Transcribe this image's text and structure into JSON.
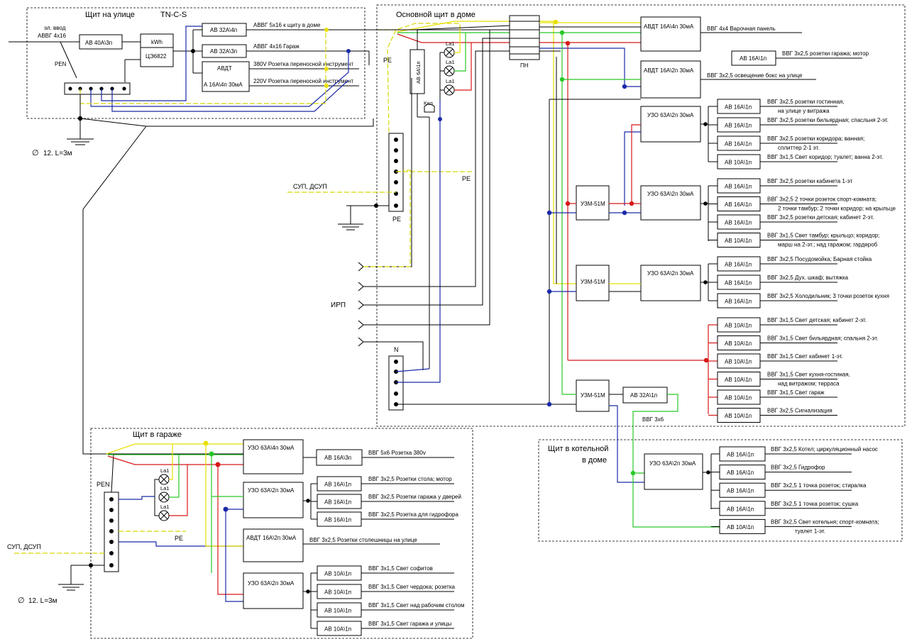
{
  "zones": {
    "street": "Щит на улице",
    "house": "Основной щит в доме",
    "garage": "Щит в гараже",
    "boiler_l1": "Щит в котельной",
    "boiler_l2": "в доме"
  },
  "street": {
    "grounding": "TN-C-S",
    "input_l1": "эл. ввод",
    "input_l2": "АВВГ 4х16",
    "pen": "PEN",
    "main_breaker": "АВ 40А\\3п",
    "meter_unit": "kWh",
    "meter_model": "ЦЭ6822",
    "breaker_house": "АВ 32А\\4п",
    "breaker_garage": "АВ 32А\\3п",
    "avdt_l1": "АВДТ",
    "avdt_l2": "А 16А\\4п 30мА",
    "cable_house": "АВВГ 5х16 к щиту в доме",
    "cable_garage": "АВВГ 4х16 Гараж",
    "socket_380": "380V Розетка переносной инструмент",
    "socket_220": "220V Розетка переносной инструмент",
    "ground_rod": "12. L=3м",
    "diameter": "∅"
  },
  "house": {
    "pe": "PE",
    "pe_bus": "PE",
    "sup": "СУП, ДСУП",
    "pe_right": "PE",
    "irp": "ИРП",
    "n_bus": "N",
    "pn": "ПН",
    "ab6": "АВ 6А\\1п",
    "lamp": "La1",
    "bell": "Кнл",
    "avdt_hob": "АВДТ 16А\\4п 30мА",
    "hob": "ВВГ 4х4 Варочная панель",
    "ab_garage_sock": "АВ 16А\\1п",
    "garage_sock": "ВВГ 3х2,5 розетки гаража; мотор",
    "avdt_box": "АВДТ 16А\\2п 30мА",
    "box_light": "ВВГ 3х2,5 освещение бокс на улице",
    "uzo1": "УЗО 63А\\2п 30мА",
    "uzo2": "УЗО 63А\\2п 30мА",
    "uzo3": "УЗО 63А\\2п 30мА",
    "uzm1": "УЗМ-51М",
    "uzm2": "УЗМ-51М",
    "uzm3": "УЗМ-51М",
    "ab32": "АВ 32А\\1п",
    "boiler_cable": "ВВГ 3х6",
    "g1": [
      {
        "b": "АВ 16А\\1п",
        "l1": "ВВГ 3х2,5 розетки гостинная,",
        "l2": "на улице у витража"
      },
      {
        "b": "АВ 16А\\1п",
        "l1": "ВВГ 3х2,5 розетки бильярдная; спасльня 2-эт.",
        "l2": ""
      },
      {
        "b": "АВ 16А\\1п",
        "l1": "ВВГ 3х2,5 розетки коридора; ванная;",
        "l2": "сплиттер 2-1 эт."
      },
      {
        "b": "АВ 10А\\1п",
        "l1": "ВВГ 3х1,5 Свет коридор; туалет; ванна 2-эт.",
        "l2": ""
      }
    ],
    "g2": [
      {
        "b": "АВ 16А\\1п",
        "l1": "ВВГ 3х2,5 розетки кабинета 1-эт",
        "l2": ""
      },
      {
        "b": "АВ 16А\\1п",
        "l1": "ВВГ 3х2,5 2 точки розеток спорт-комната;",
        "l2": "2 точки тамбур; 2 точки коридор; на крыльце"
      },
      {
        "b": "АВ 16А\\1п",
        "l1": "ВВГ 3х2,5 розетки детская; кабинет 2-эт.",
        "l2": ""
      },
      {
        "b": "АВ 10А\\1п",
        "l1": "ВВГ 3х1,5 Свет тамбур; крыльцо; коридор;",
        "l2": "марш на 2-эт.; над гаражом; гардероб"
      }
    ],
    "g3": [
      {
        "b": "АВ 16А\\1п",
        "l1": "ВВГ 3х2,5 Посудомойка; Барная стойка",
        "l2": ""
      },
      {
        "b": "АВ 16А\\1п",
        "l1": "ВВГ 3х2,5 Дух. шкаф; вытяжка",
        "l2": ""
      },
      {
        "b": "АВ 16А\\1п",
        "l1": "ВВГ 3х2,5 Холодильник; 3 точки розеток кухня",
        "l2": ""
      }
    ],
    "g4": [
      {
        "b": "АВ 10А\\1п",
        "l1": "ВВГ 3х1,5 Свет детская; кабинет 2-эт.",
        "l2": ""
      },
      {
        "b": "АВ 10А\\1п",
        "l1": "ВВГ 3х1,5 Свет бильярдная; спальня 2-эт.",
        "l2": ""
      },
      {
        "b": "АВ 10А\\1п",
        "l1": "ВВГ 3х1,5 Свет кабинет 1-эт.",
        "l2": ""
      },
      {
        "b": "АВ 10А\\1п",
        "l1": "ВВГ 3х1,5 Свет кухня-гостиная,",
        "l2": "над витражом; терраса"
      },
      {
        "b": "АВ 10А\\1п",
        "l1": "ВВГ 3х1,5 Свет гараж",
        "l2": ""
      },
      {
        "b": "АВ 10А\\1п",
        "l1": "ВВГ 3х2,5 Сигнализация",
        "l2": ""
      }
    ]
  },
  "boiler": {
    "uzo": "УЗО 63А\\2п 30мА",
    "rows": [
      {
        "b": "АВ 16А\\1п",
        "l1": "ВВГ 3х2,5 Котел; циркуляционный насос",
        "l2": ""
      },
      {
        "b": "АВ 16А\\1п",
        "l1": "ВВГ 3х2,5 Гидрофор",
        "l2": ""
      },
      {
        "b": "АВ 16А\\1п",
        "l1": "ВВГ 3х2,5 1 точка розеток; стиралка",
        "l2": ""
      },
      {
        "b": "АВ 16А\\1п",
        "l1": "ВВГ 3х2,5 1 точка розеток; сушка",
        "l2": ""
      },
      {
        "b": "АВ 10А\\1п",
        "l1": "ВВГ 3х2,5 Свет котельня; спорт-комната;",
        "l2": "туалет 1-эт."
      }
    ]
  },
  "garage": {
    "pen": "PEN",
    "pe": "PE",
    "sup": "СУП, ДСУП",
    "lamp": "La1",
    "ground_rod": "12. L=3м",
    "diameter": "∅",
    "uzo4": "УЗО 63А\\4п 30мА",
    "ab380": "АВ 16А\\3п",
    "c380": "ВВГ 5х6 Розетка 380v",
    "uzo_a": "УЗО 63А\\2п 30мА",
    "avdt": "АВДТ 16А\\2п 30мА",
    "avdt_cable": "ВВГ 3х2,5 Розетки столешницы на улице",
    "uzo_b": "УЗО 63А\\2п 30мА",
    "ga": [
      {
        "b": "АВ 16А\\1п",
        "l1": "ВВГ 3х2,5 Розетки стола; мотор"
      },
      {
        "b": "АВ 16А\\1п",
        "l1": "ВВГ 3х2,5 Розетки гаража у дверей"
      },
      {
        "b": "АВ 16А\\1п",
        "l1": "ВВГ 3х2,5 Розетка для гидрофора"
      }
    ],
    "gb": [
      {
        "b": "АВ 10А\\1п",
        "l1": "ВВГ 3х1,5 Свет софитов"
      },
      {
        "b": "АВ 10А\\1п",
        "l1": "ВВГ 3х1,5 Свет чердока; розетка"
      },
      {
        "b": "АВ 10А\\1п",
        "l1": "ВВГ 3х1,5 Свет над рабочим столом"
      },
      {
        "b": "АВ 10А\\1п",
        "l1": "ВВГ 3х1,5 Свет гаража и улицы"
      }
    ]
  }
}
